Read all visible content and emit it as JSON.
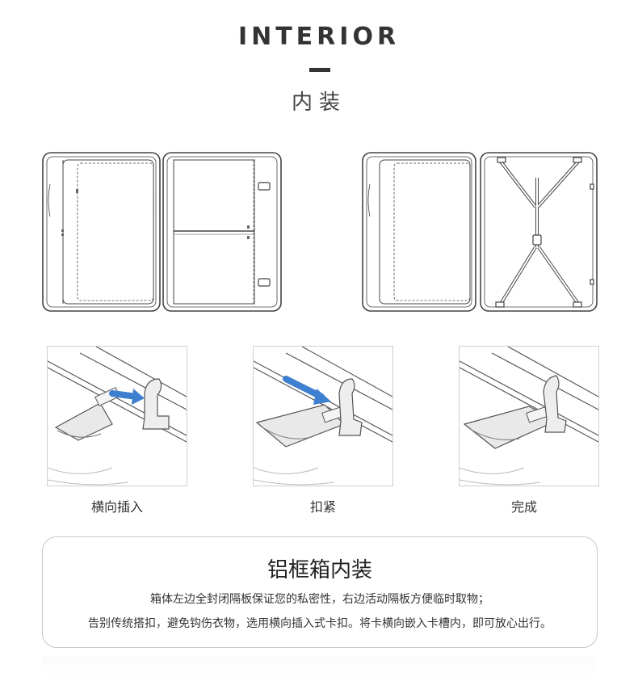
{
  "header": {
    "title_en": "INTERIOR",
    "title_cn": "内装"
  },
  "steps": [
    {
      "label": "横向插入"
    },
    {
      "label": "扣紧"
    },
    {
      "label": "完成"
    }
  ],
  "card": {
    "title": "铝框箱内装",
    "line1": "箱体左边全封闭隔板保证您的私密性，右边活动隔板方便临时取物；",
    "line2": "告别传统搭扣，避免钩伤衣物，选用横向插入式卡扣。将卡横向嵌入卡槽内，即可放心出行。"
  },
  "colors": {
    "text_dark": "#333333",
    "arrow_blue": "#3f7fd0",
    "line_gray": "#555555",
    "border_gray": "#cfcfcf"
  }
}
